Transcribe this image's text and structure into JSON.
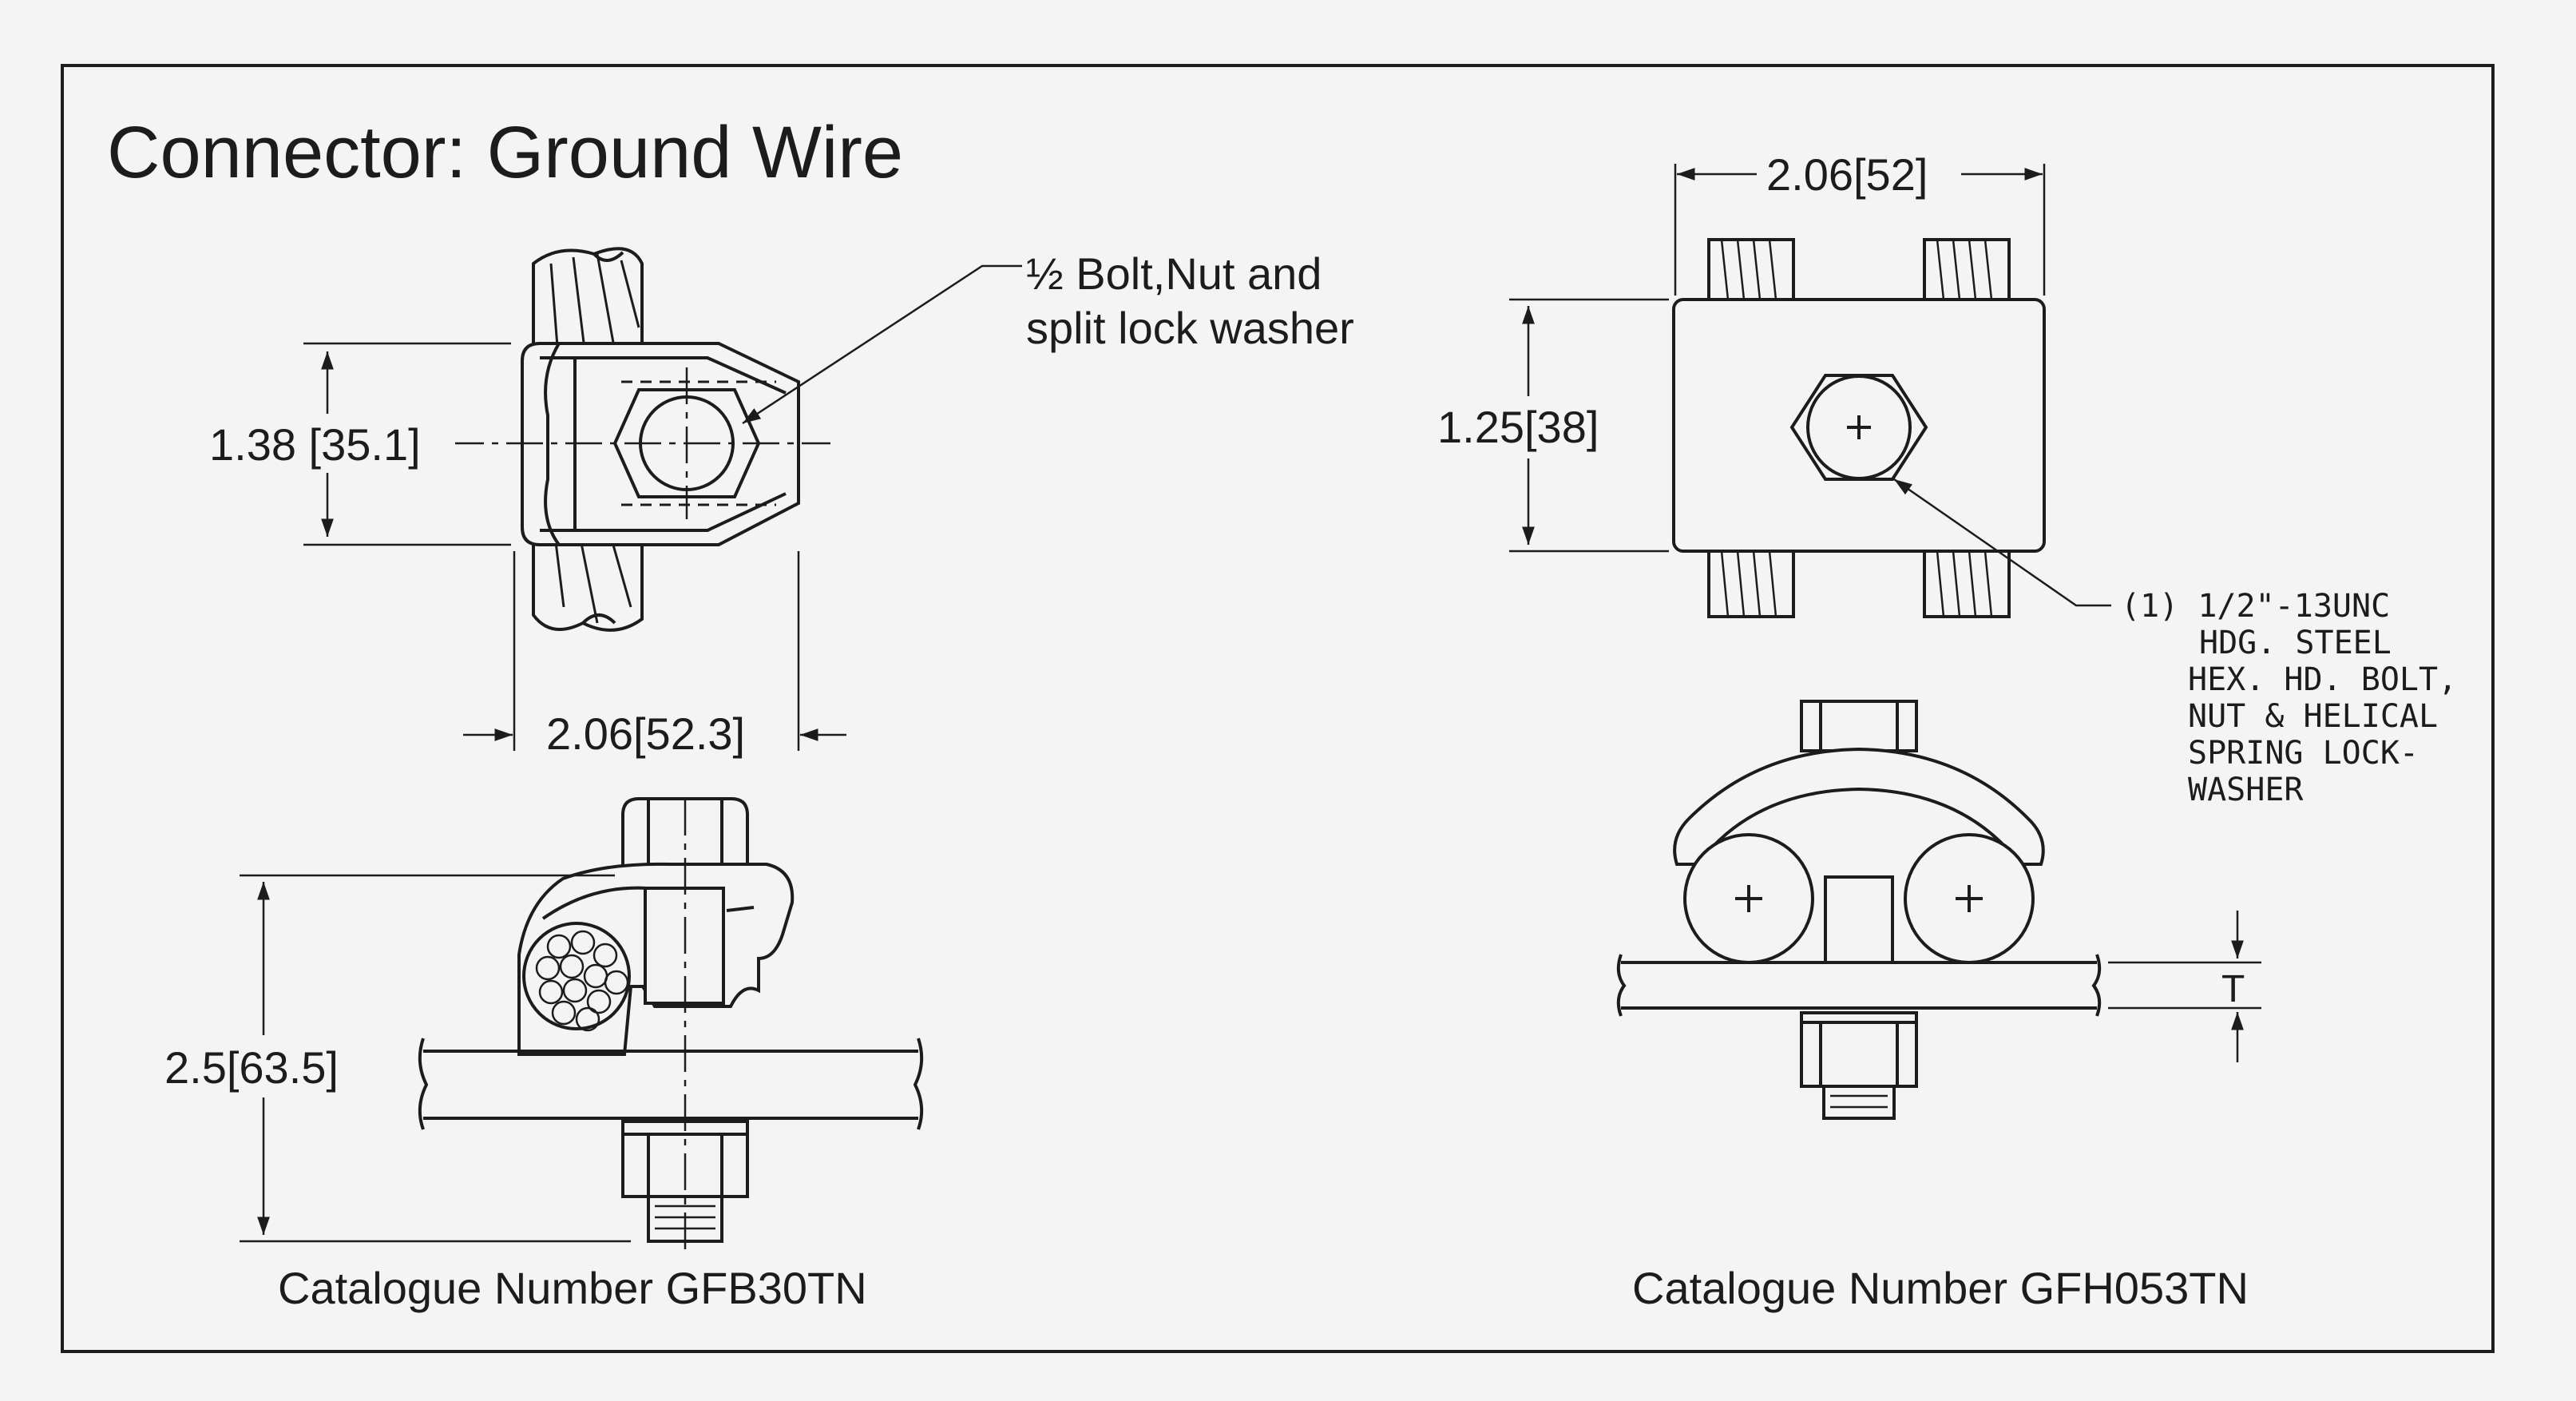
{
  "title": "Connector: Ground Wire",
  "left_connector": {
    "bolt_note_line1": "½ Bolt,Nut and",
    "bolt_note_line2": "split lock washer",
    "dim_height": "1.38 [35.1]",
    "dim_width": "2.06[52.3]",
    "dim_total_height": "2.5[63.5]",
    "catalogue": "Catalogue Number GFB30TN"
  },
  "right_connector": {
    "dim_width": "2.06[52]",
    "dim_height": "1.25[38]",
    "bolt_note": [
      "(1) 1/2\"-13UNC",
      "HDG. STEEL",
      "HEX. HD. BOLT,",
      "NUT & HELICAL",
      "SPRING LOCK-",
      "WASHER"
    ],
    "thickness_mark": "T",
    "catalogue": "Catalogue Number GFH053TN"
  }
}
